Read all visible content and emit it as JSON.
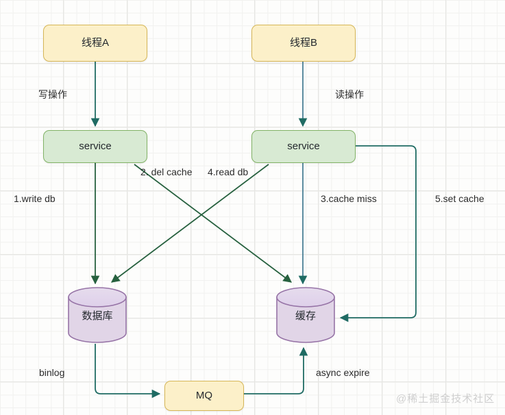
{
  "diagram": {
    "title": "cache-aside-with-mq-diagram",
    "colors": {
      "edge": "#1f6b63",
      "edge_dark_green": "#27613f",
      "thread_fill": "#fcf0c9",
      "thread_stroke": "#d6b656",
      "service_fill": "#d8ead3",
      "service_stroke": "#82b366",
      "store_fill": "#e1d5e7",
      "store_stroke": "#9673a6",
      "background": "#fdfdfc",
      "grid_minor": "#f1f1ef",
      "grid_major": "#e6e6e3",
      "watermark": "#cfcfcf"
    },
    "nodes": {
      "thread_a": "线程A",
      "thread_b": "线程B",
      "service_left": "service",
      "service_right": "service",
      "database": "数据库",
      "cache": "缓存",
      "mq": "MQ"
    },
    "edge_labels": {
      "write_op": "写操作",
      "read_op": "读操作",
      "write_db": "1.write db",
      "del_cache": "2. del cache",
      "read_db": "4.read db",
      "cache_miss": "3.cache miss",
      "set_cache": "5.set cache",
      "binlog": "binlog",
      "async_expire": "async expire"
    },
    "watermark": "@稀土掘金技术社区"
  }
}
